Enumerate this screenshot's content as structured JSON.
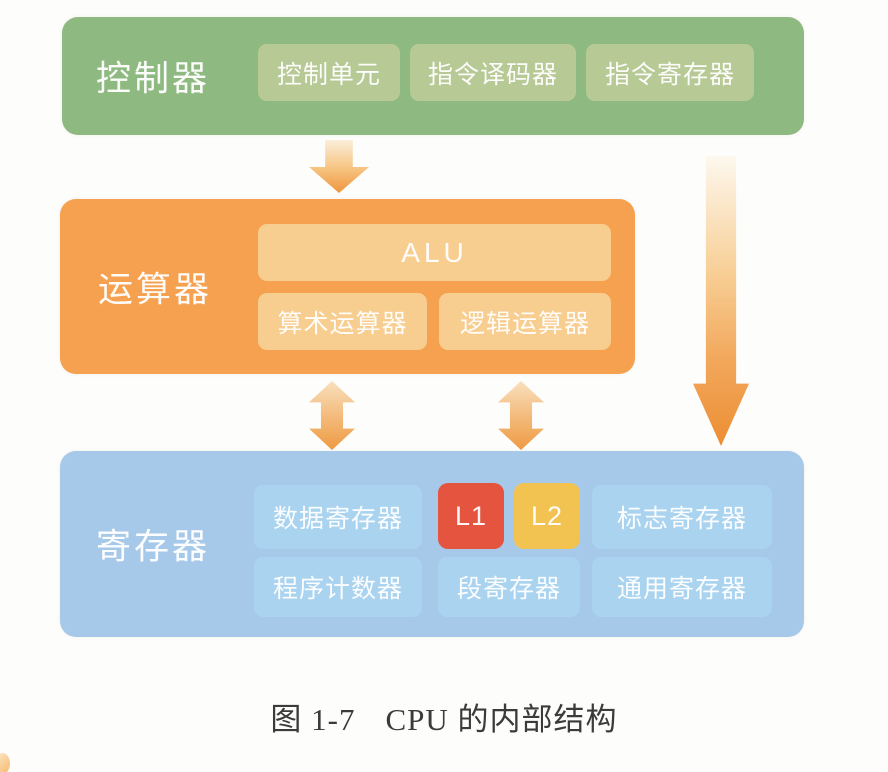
{
  "blocks": {
    "controller": {
      "label": "控制器",
      "bg": "#8eba81",
      "item_bg": "#b7c995",
      "items": [
        {
          "label": "控制单元"
        },
        {
          "label": "指令译码器"
        },
        {
          "label": "指令寄存器"
        }
      ]
    },
    "arithmetic_unit": {
      "label": "运算器",
      "bg": "#f5a14f",
      "item_bg": "#f8cd90",
      "alu_label": "ALU",
      "items": [
        {
          "label": "算术运算器"
        },
        {
          "label": "逻辑运算器"
        }
      ]
    },
    "registers": {
      "label": "寄存器",
      "bg": "#a7c9e9",
      "item_bg": "#a9d3ef",
      "row1": [
        {
          "label": "数据寄存器",
          "bg": "#a9d3ef"
        },
        {
          "label": "L1",
          "bg": "#e4543f"
        },
        {
          "label": "L2",
          "bg": "#f2c351"
        },
        {
          "label": "标志寄存器",
          "bg": "#a9d3ef"
        }
      ],
      "row2": [
        {
          "label": "程序计数器",
          "bg": "#a9d3ef"
        },
        {
          "label": "段寄存器",
          "bg": "#a9d3ef"
        },
        {
          "label": "通用寄存器",
          "bg": "#a9d3ef"
        }
      ]
    }
  },
  "arrows": {
    "gradient_light": "#fbeeda",
    "gradient_dark": "#ee9038"
  },
  "caption": {
    "number": "图 1-7",
    "title": "CPU 的内部结构"
  }
}
